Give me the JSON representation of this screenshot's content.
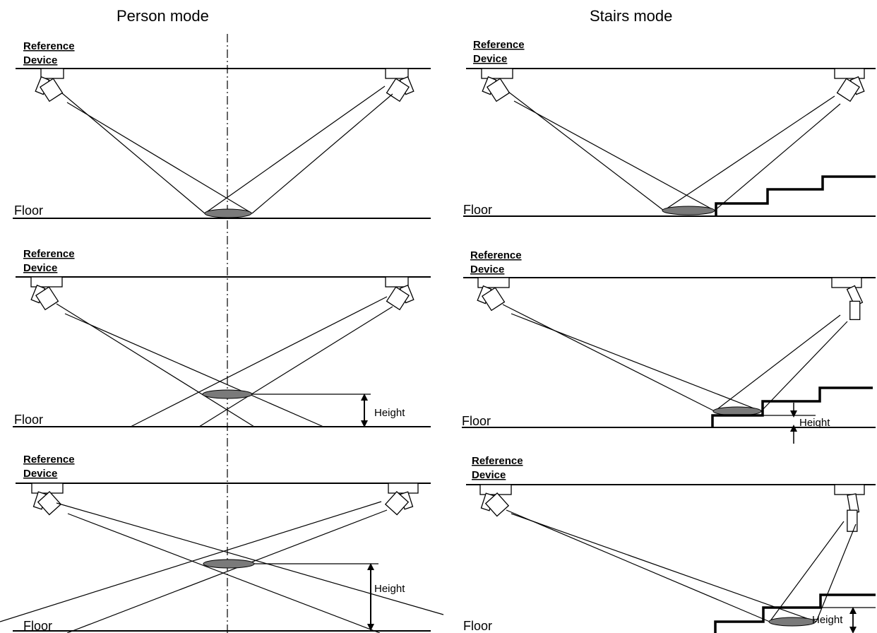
{
  "titles": {
    "left": "Person mode",
    "right": "Stairs mode"
  },
  "labels": {
    "reference_line1": "Reference",
    "reference_line2": "Device",
    "floor": "Floor",
    "height": "Height"
  },
  "colors": {
    "spot_fill": "#7a7a7a",
    "line": "#000000",
    "background": "#ffffff"
  }
}
